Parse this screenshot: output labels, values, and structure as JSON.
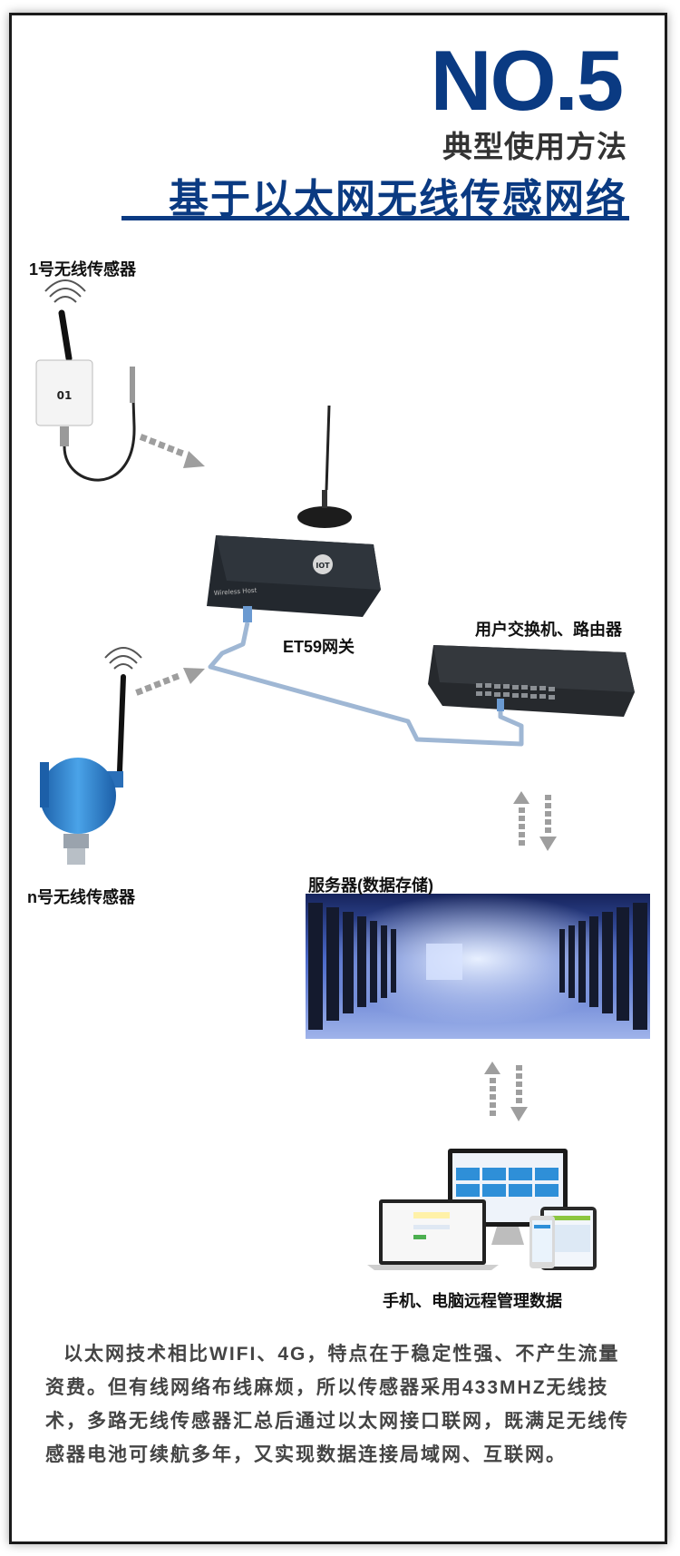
{
  "header": {
    "number": "NO.5",
    "subtitle": "典型使用方法",
    "title": "基于以太网无线传感网络"
  },
  "labels": {
    "sensor1": "1号无线传感器",
    "sensorN": "n号无线传感器",
    "gateway": "ET59网关",
    "switch": "用户交换机、路由器",
    "server": "服务器(数据存储)",
    "remote": "手机、电脑远程管理数据"
  },
  "device_text": {
    "sensor_number": "01",
    "gateway_logo": "IOT",
    "gateway_brand": "Wireless Host"
  },
  "description": "以太网技术相比WIFI、4G，特点在于稳定性强、不产生流量资费。但有线网络布线麻烦，所以传感器采用433MHZ无线技术，多路无线传感器汇总后通过以太网接口联网，既满足无线传感器电池可续航多年，又实现数据连接局域网、互联网。",
  "colors": {
    "brand": "#0a3a82",
    "cable": "#9fb7d4",
    "server_glow": "#5b7fd6"
  },
  "icons": [
    "wifi-icon",
    "arrow-right-icon",
    "arrow-up-down-icon"
  ]
}
